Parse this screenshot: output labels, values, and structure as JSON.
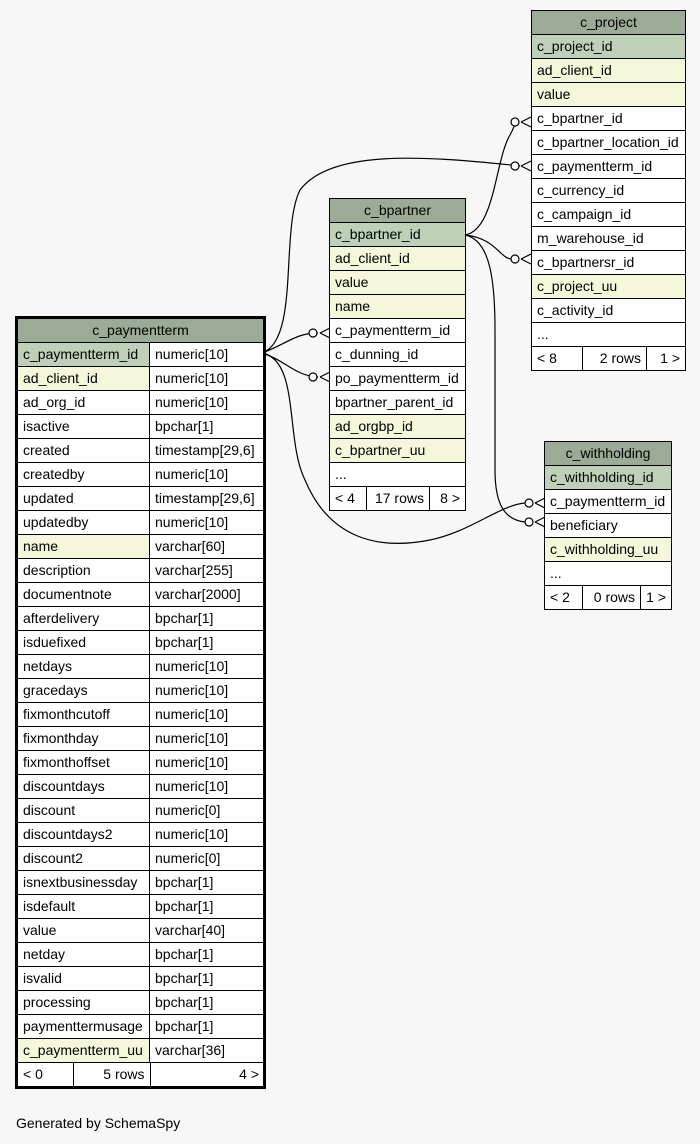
{
  "c_paymentterm": {
    "title": "c_paymentterm",
    "columns": [
      {
        "name": "c_paymentterm_id",
        "type": "numeric[10]",
        "style": "pk"
      },
      {
        "name": "ad_client_id",
        "type": "numeric[10]",
        "style": "ix"
      },
      {
        "name": "ad_org_id",
        "type": "numeric[10]",
        "style": ""
      },
      {
        "name": "isactive",
        "type": "bpchar[1]",
        "style": ""
      },
      {
        "name": "created",
        "type": "timestamp[29,6]",
        "style": ""
      },
      {
        "name": "createdby",
        "type": "numeric[10]",
        "style": ""
      },
      {
        "name": "updated",
        "type": "timestamp[29,6]",
        "style": ""
      },
      {
        "name": "updatedby",
        "type": "numeric[10]",
        "style": ""
      },
      {
        "name": "name",
        "type": "varchar[60]",
        "style": "ix"
      },
      {
        "name": "description",
        "type": "varchar[255]",
        "style": ""
      },
      {
        "name": "documentnote",
        "type": "varchar[2000]",
        "style": ""
      },
      {
        "name": "afterdelivery",
        "type": "bpchar[1]",
        "style": ""
      },
      {
        "name": "isduefixed",
        "type": "bpchar[1]",
        "style": ""
      },
      {
        "name": "netdays",
        "type": "numeric[10]",
        "style": ""
      },
      {
        "name": "gracedays",
        "type": "numeric[10]",
        "style": ""
      },
      {
        "name": "fixmonthcutoff",
        "type": "numeric[10]",
        "style": ""
      },
      {
        "name": "fixmonthday",
        "type": "numeric[10]",
        "style": ""
      },
      {
        "name": "fixmonthoffset",
        "type": "numeric[10]",
        "style": ""
      },
      {
        "name": "discountdays",
        "type": "numeric[10]",
        "style": ""
      },
      {
        "name": "discount",
        "type": "numeric[0]",
        "style": ""
      },
      {
        "name": "discountdays2",
        "type": "numeric[10]",
        "style": ""
      },
      {
        "name": "discount2",
        "type": "numeric[0]",
        "style": ""
      },
      {
        "name": "isnextbusinessday",
        "type": "bpchar[1]",
        "style": ""
      },
      {
        "name": "isdefault",
        "type": "bpchar[1]",
        "style": ""
      },
      {
        "name": "value",
        "type": "varchar[40]",
        "style": ""
      },
      {
        "name": "netday",
        "type": "bpchar[1]",
        "style": ""
      },
      {
        "name": "isvalid",
        "type": "bpchar[1]",
        "style": ""
      },
      {
        "name": "processing",
        "type": "bpchar[1]",
        "style": ""
      },
      {
        "name": "paymenttermusage",
        "type": "bpchar[1]",
        "style": ""
      },
      {
        "name": "c_paymentterm_uu",
        "type": "varchar[36]",
        "style": "ix"
      }
    ],
    "footer": {
      "parents": "< 0",
      "rows": "5 rows",
      "children": "4 >"
    }
  },
  "c_project": {
    "title": "c_project",
    "columns": [
      {
        "name": "c_project_id",
        "style": "pk"
      },
      {
        "name": "ad_client_id",
        "style": "ix"
      },
      {
        "name": "value",
        "style": "ix"
      },
      {
        "name": "c_bpartner_id",
        "style": ""
      },
      {
        "name": "c_bpartner_location_id",
        "style": ""
      },
      {
        "name": "c_paymentterm_id",
        "style": ""
      },
      {
        "name": "c_currency_id",
        "style": ""
      },
      {
        "name": "c_campaign_id",
        "style": ""
      },
      {
        "name": "m_warehouse_id",
        "style": ""
      },
      {
        "name": "c_bpartnersr_id",
        "style": ""
      },
      {
        "name": "c_project_uu",
        "style": "ix"
      },
      {
        "name": "c_activity_id",
        "style": ""
      },
      {
        "name": "...",
        "style": ""
      }
    ],
    "footer": {
      "parents": "< 8",
      "rows": "2 rows",
      "children": "1 >"
    }
  },
  "c_bpartner": {
    "title": "c_bpartner",
    "columns": [
      {
        "name": "c_bpartner_id",
        "style": "pk"
      },
      {
        "name": "ad_client_id",
        "style": "ix"
      },
      {
        "name": "value",
        "style": "ix"
      },
      {
        "name": "name",
        "style": "ix"
      },
      {
        "name": "c_paymentterm_id",
        "style": ""
      },
      {
        "name": "c_dunning_id",
        "style": ""
      },
      {
        "name": "po_paymentterm_id",
        "style": ""
      },
      {
        "name": "bpartner_parent_id",
        "style": ""
      },
      {
        "name": "ad_orgbp_id",
        "style": "ix"
      },
      {
        "name": "c_bpartner_uu",
        "style": "ix"
      },
      {
        "name": "...",
        "style": ""
      }
    ],
    "footer": {
      "parents": "< 4",
      "rows": "17 rows",
      "children": "8 >"
    }
  },
  "c_withholding": {
    "title": "c_withholding",
    "columns": [
      {
        "name": "c_withholding_id",
        "style": "pk"
      },
      {
        "name": "c_paymentterm_id",
        "style": ""
      },
      {
        "name": "beneficiary",
        "style": ""
      },
      {
        "name": "c_withholding_uu",
        "style": "ix"
      },
      {
        "name": "...",
        "style": ""
      }
    ],
    "footer": {
      "parents": "< 2",
      "rows": "0 rows",
      "children": "1 >"
    }
  },
  "colors": {
    "header": "#9cab96",
    "primary_key": "#bed1b8",
    "indexed": "#f4f7da",
    "background": "#f7f7f7"
  },
  "generated_by": "Generated by SchemaSpy"
}
